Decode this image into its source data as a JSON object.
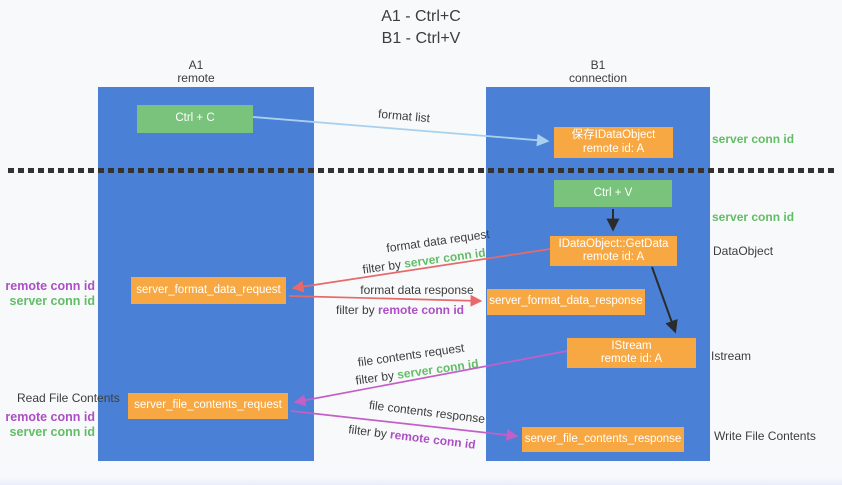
{
  "title": {
    "line1": "A1 - Ctrl+C",
    "line2": "B1 - Ctrl+V"
  },
  "columns": {
    "left": {
      "name": "A1",
      "role": "remote"
    },
    "right": {
      "name": "B1",
      "role": "connection"
    }
  },
  "boxes": {
    "ctrl_c": {
      "label": "Ctrl + C"
    },
    "save_idataobject": {
      "line1": "保存IDataObject",
      "line2": "remote id: A"
    },
    "ctrl_v": {
      "label": "Ctrl + V"
    },
    "getdata": {
      "line1": "IDataObject::GetData",
      "line2": "remote id: A"
    },
    "format_request": {
      "label": "server_format_data_request"
    },
    "format_response": {
      "label": "server_format_data_response"
    },
    "istream": {
      "line1": "IStream",
      "line2": "remote id: A"
    },
    "file_request": {
      "label": "server_file_contents_request"
    },
    "file_response": {
      "label": "server_file_contents_response"
    }
  },
  "flow_labels": {
    "format_list": "format list",
    "format_data_request": "format data request",
    "format_data_response": "format data response",
    "file_contents_request": "file contents request",
    "file_contents_response": "file contents response",
    "filter_by": "filter by ",
    "server_conn_id": "server conn id",
    "remote_conn_id": "remote conn id"
  },
  "side_labels": {
    "right_server_conn_id_top": "server conn id",
    "right_server_conn_id_mid": "server conn id",
    "right_dataobject": "DataObject",
    "right_istream": "Istream",
    "right_write_file_contents": "Write File Contents",
    "left_remote_conn_id_1": "remote conn id",
    "left_server_conn_id_1": "server conn id",
    "left_read_file_contents": "Read File Contents",
    "left_remote_conn_id_2": "remote conn id",
    "left_server_conn_id_2": "server conn id"
  },
  "arrows": [
    {
      "from": "ctrl_c",
      "to": "save_idataobject",
      "label": "format list",
      "color_key": "arr-blue"
    },
    {
      "from": "ctrl_v",
      "to": "getdata",
      "color_key": "arr-black"
    },
    {
      "from": "getdata",
      "to": "format_request",
      "label": "format data request, filter by server conn id",
      "color_key": "arr-red"
    },
    {
      "from": "format_request",
      "to": "format_response",
      "label": "format data response, filter by remote conn id",
      "color_key": "arr-red"
    },
    {
      "from": "getdata",
      "to": "istream",
      "color_key": "arr-black"
    },
    {
      "from": "istream",
      "to": "file_request",
      "label": "file contents request, filter by server conn id",
      "color_key": "arr-magenta"
    },
    {
      "from": "file_request",
      "to": "file_response",
      "label": "file contents response, filter by remote conn id",
      "color_key": "arr-magenta"
    }
  ],
  "colors": {
    "col-blue": "#4a81d6",
    "box-green": "#7ac37d",
    "box-orange": "#f7a843",
    "arr-blue": "#a9d1ee",
    "arr-black": "#2b2b2b",
    "arr-red": "#e8696a",
    "arr-magenta": "#c45fc8",
    "green-text": "#62bd66",
    "purple-text": "#ad4fc4",
    "ink": "#3d3d3d",
    "dash": "#333333"
  }
}
